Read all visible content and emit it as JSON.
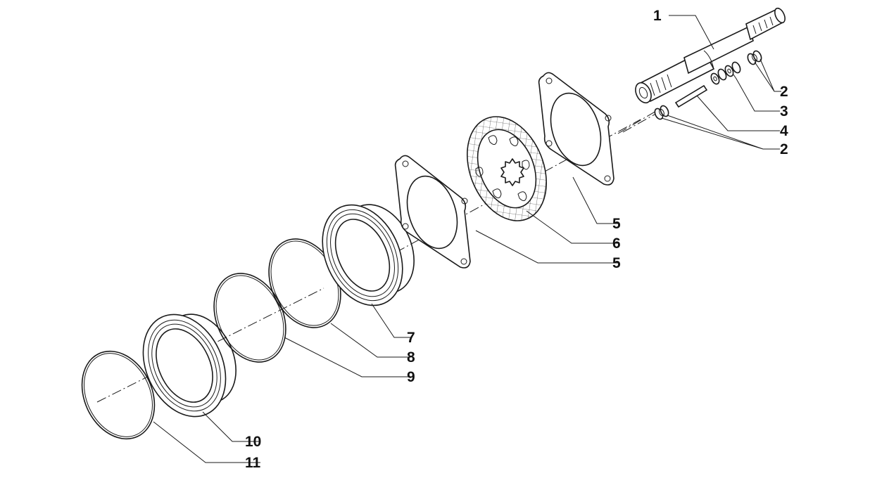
{
  "callouts": {
    "c1": "1",
    "c2a": "2",
    "c3": "3",
    "c4": "4",
    "c2b": "2",
    "c5a": "5",
    "c6": "6",
    "c5b": "5",
    "c7": "7",
    "c8": "8",
    "c9": "9",
    "c10": "10",
    "c11": "11"
  }
}
